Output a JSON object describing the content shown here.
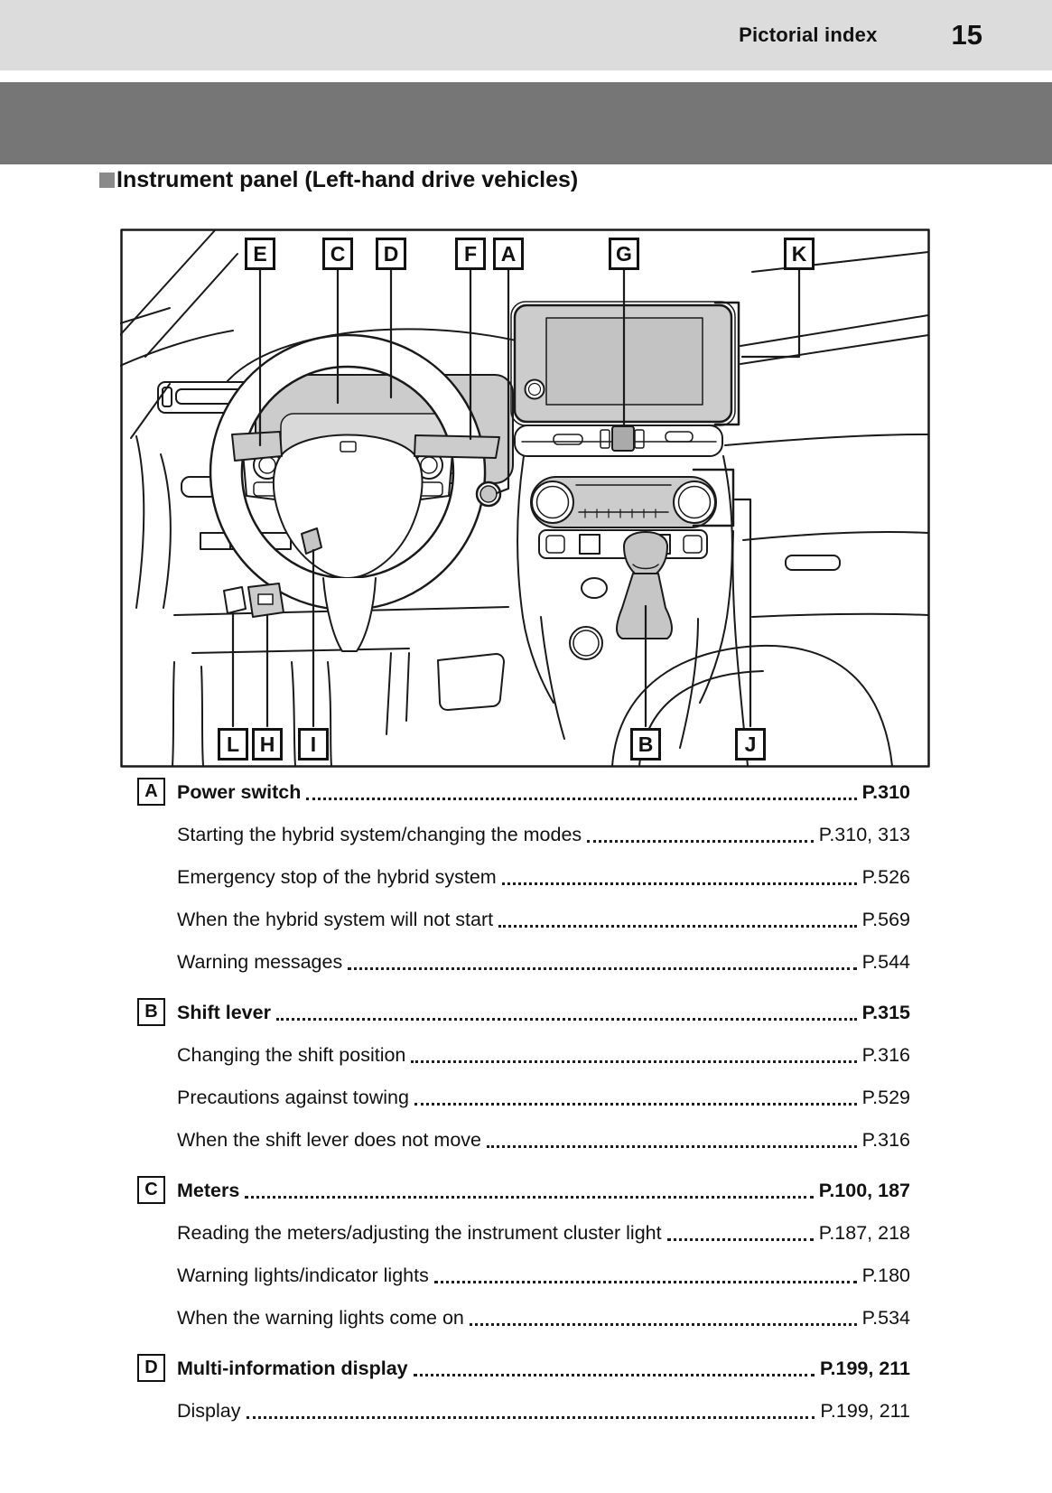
{
  "colors": {
    "header_band": "#dcdcdc",
    "dark_band": "#767676",
    "heading_square": "#8a8a8a",
    "diagram_shade": "#cccccc",
    "line_art": "#1a1a1a"
  },
  "header": {
    "section_title": "Pictorial index",
    "page_number": "15"
  },
  "section": {
    "heading": "Instrument panel (Left-hand drive vehicles)"
  },
  "diagram": {
    "top_callouts": [
      {
        "letter": "E"
      },
      {
        "letter": "C"
      },
      {
        "letter": "D"
      },
      {
        "letter": "F"
      },
      {
        "letter": "A"
      },
      {
        "letter": "G"
      },
      {
        "letter": "K"
      }
    ],
    "bottom_callouts": [
      {
        "letter": "L"
      },
      {
        "letter": "H"
      },
      {
        "letter": "I"
      },
      {
        "letter": "B"
      },
      {
        "letter": "J"
      }
    ]
  },
  "index": {
    "entries": [
      {
        "letter": "A",
        "title": "Power switch",
        "pages": "P.310",
        "subitems": [
          {
            "text": "Starting the hybrid system/changing the modes",
            "pages": "P.310, 313"
          },
          {
            "text": "Emergency stop of the hybrid system",
            "pages": "P.526"
          },
          {
            "text": "When the hybrid system will not start",
            "pages": "P.569"
          },
          {
            "text": "Warning messages",
            "pages": "P.544"
          }
        ]
      },
      {
        "letter": "B",
        "title": "Shift lever",
        "pages": "P.315",
        "subitems": [
          {
            "text": "Changing the shift position",
            "pages": "P.316"
          },
          {
            "text": "Precautions against towing",
            "pages": "P.529"
          },
          {
            "text": "When the shift lever does not move",
            "pages": "P.316"
          }
        ]
      },
      {
        "letter": "C",
        "title": "Meters",
        "pages": "P.100, 187",
        "subitems": [
          {
            "text": "Reading the meters/adjusting the instrument cluster light",
            "pages": "P.187, 218"
          },
          {
            "text": "Warning lights/indicator lights",
            "pages": "P.180"
          },
          {
            "text": "When the warning lights come on",
            "pages": "P.534"
          }
        ]
      },
      {
        "letter": "D",
        "title": "Multi-information display",
        "pages": "P.199, 211",
        "subitems": [
          {
            "text": "Display",
            "pages": "P.199, 211"
          }
        ]
      }
    ]
  }
}
